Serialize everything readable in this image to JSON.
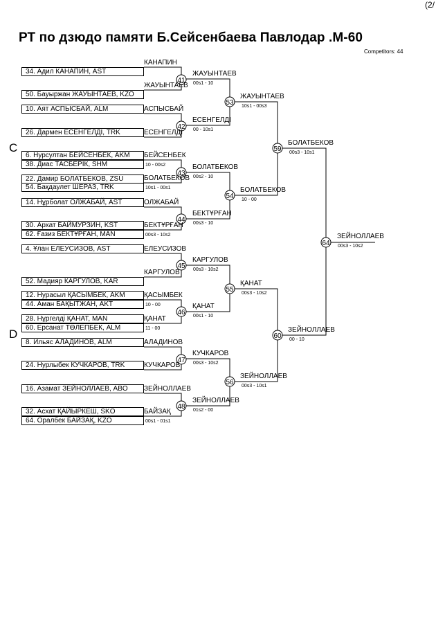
{
  "page_number": "(2/",
  "title": "РТ по дзюдо памяти Б.Сейсенбаева    Павлодар   .M-60",
  "competitors": "Competitors: 44",
  "sections": [
    "C",
    "D"
  ],
  "entries": [
    "34. Адил КАНАПИН, AST",
    "50. Бауыржан ЖАУЫНТАЕВ, KZO",
    "10. Аят АСПЫСБАЙ, ALM",
    "26. Дармен ЕСЕНГЕЛДІ, TRK",
    "6. Нурсултан БЕЙСЕНБЕК, AKM",
    "38. Диас ТАСБЕРІК, SHM",
    "22. Дамир БОЛАТБЕКОВ, ZSU",
    "54. Бақдаулет ШЕРАЗ, TRK",
    "14. Нұрболат ОЛЖАБАЙ, AST",
    "30. Архат БАЙМУРЗИН, KST",
    "62. Ғазиз БЕКТҰРҒАН, MAN",
    "4. Ұлан ЕЛЕУСИЗОВ, AST",
    "52. Мадияр КАРГУЛОВ, KAR",
    "12. Нурасыл ҚАСЫМБЕК, AKM",
    "44. Аман БАҚЫТЖАН, AKT",
    "28. Нұргелді ҚАНАТ, MAN",
    "60. Ерсанат ТӨЛЕПБЕК, ALM",
    "8. Ильяс АЛАДИНОВ, ALM",
    "24. Нурлыбек КУЧКАРОВ, TRK",
    "16. Азамат ЗЕЙНОЛЛАЕВ, ABO",
    "32. Асхат ҚАЙЫРКЕШ, SKO",
    "64. Оралбек БАЙЗАҚ, KZO"
  ],
  "round1": [
    {
      "top": "КАНАПИН",
      "bottom": "ЖАУЫНТАЕВ"
    },
    {
      "top": "АСПЫСБАЙ",
      "bottom": "ЕСЕНГЕЛДІ"
    },
    {
      "top": "БЕЙСЕНБЕК",
      "score": "10 - 00s2",
      "bottom": "БОЛАТБЕКОВ"
    },
    {
      "top": "ОЛЖАБАЙ",
      "bottom": "БЕКТҰРҒАН"
    },
    {
      "top": "ЕЛЕУСИЗОВ",
      "bottom": "КАРГУЛОВ"
    },
    {
      "top": "ҚАСЫМБЕК",
      "score": "10 - 00",
      "bottom": "ҚАНАТ"
    },
    {
      "top": "ҚАНАТ",
      "score": "11 - 00",
      "bottom": ""
    },
    {
      "top": "АЛАДИНОВ",
      "bottom": "КУЧКАРОВ"
    },
    {
      "top": "ЗЕЙНОЛЛАЕВ",
      "bottom": "БАЙЗАҚ"
    },
    {
      "top": "",
      "score": "00s1 - 01s1",
      "bottom": ""
    },
    {
      "top": "",
      "score": "10s1 - 00s1",
      "bottom": ""
    },
    {
      "top": "",
      "score": "00s3 - 10s2",
      "bottom": ""
    }
  ],
  "round2": [
    {
      "num": "41",
      "winner": "ЖАУЫНТАЕВ",
      "score": "00s1 - 10"
    },
    {
      "num": "42",
      "winner": "ЕСЕНГЕЛДІ",
      "score": "00 - 10s1"
    },
    {
      "num": "43",
      "winner": "БОЛАТБЕКОВ",
      "score": "00s2 - 10"
    },
    {
      "num": "44",
      "winner": "БЕКТҰРҒАН",
      "score": "00s3 - 10"
    },
    {
      "num": "45",
      "winner": "КАРГУЛОВ",
      "score": "00s3 - 10s2"
    },
    {
      "num": "46",
      "winner": "ҚАНАТ",
      "score": "00s1 - 10"
    },
    {
      "num": "47",
      "winner": "КУЧКАРОВ",
      "score": "00s3 - 10s2"
    },
    {
      "num": "48",
      "winner": "ЗЕЙНОЛЛАЕВ",
      "score": "01s2 - 00"
    }
  ],
  "round3": [
    {
      "num": "53",
      "winner": "ЖАУЫНТАЕВ",
      "score": "10s1 - 00s3"
    },
    {
      "num": "54",
      "winner": "БОЛАТБЕКОВ",
      "score": "10 - 00"
    },
    {
      "num": "55",
      "winner": "ҚАНАТ",
      "score": "00s3 - 10s2"
    },
    {
      "num": "56",
      "winner": "ЗЕЙНОЛЛАЕВ",
      "score": "00s3 - 10s1"
    }
  ],
  "round4": [
    {
      "num": "59",
      "winner": "БОЛАТБЕКОВ",
      "score": "00s3 - 10s1"
    },
    {
      "num": "60",
      "winner": "ЗЕЙНОЛЛАЕВ",
      "score": "00 - 10"
    }
  ],
  "final": {
    "num": "64",
    "winner": "ЗЕЙНОЛЛАЕВ",
    "score": "00s3 - 10s2"
  }
}
